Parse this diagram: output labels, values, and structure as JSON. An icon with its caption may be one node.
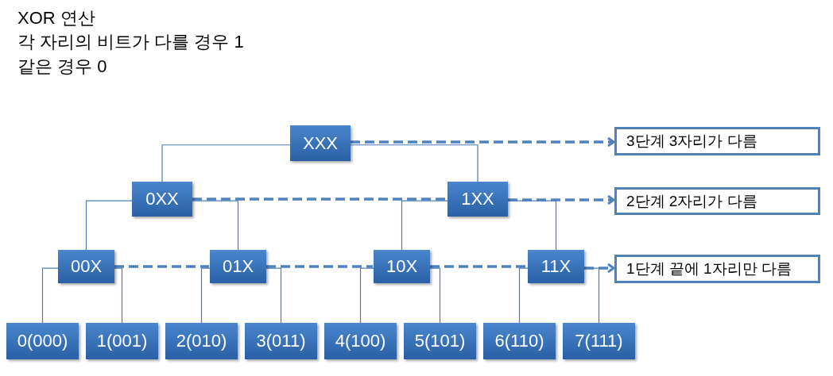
{
  "diagram": {
    "title": "XOR 연산",
    "nodes": [
      {
        "text": [
          "XXX"
        ]
      },
      {
        "text": [
          "0XX"
        ]
      },
      {
        "text": [
          "1XX"
        ]
      },
      {
        "text": [
          "00X"
        ]
      },
      {
        "text": [
          "01X"
        ]
      },
      {
        "text": [
          "10X"
        ]
      },
      {
        "text": [
          "11X"
        ]
      },
      {
        "text": [
          "0(000)"
        ]
      },
      {
        "text": [
          "1(001)"
        ]
      },
      {
        "text": [
          "2(010)"
        ]
      },
      {
        "text": [
          "3(011)"
        ]
      },
      {
        "text": [
          "4(100)"
        ]
      },
      {
        "text": [
          "5(101)"
        ]
      },
      {
        "text": [
          "6(110)"
        ]
      },
      {
        "text": [
          "7(111)"
        ]
      },
      {
        "text": [
          "3단계 3자리가 다름"
        ]
      },
      {
        "text": [
          "2단계 2자리가 다름"
        ]
      },
      {
        "text": [
          "1단계 끝에 1자리만 다름"
        ]
      }
    ],
    "edges": [
      {
        "from": 0,
        "to": 1,
        "arrow": "none"
      },
      {
        "from": 0,
        "to": 2,
        "arrow": "none"
      },
      {
        "from": 1,
        "to": 3,
        "arrow": "none"
      },
      {
        "from": 1,
        "to": 4,
        "arrow": "none"
      },
      {
        "from": 2,
        "to": 5,
        "arrow": "none"
      },
      {
        "from": 2,
        "to": 6,
        "arrow": "none"
      },
      {
        "from": 3,
        "to": 7,
        "arrow": "none"
      },
      {
        "from": 3,
        "to": 8,
        "arrow": "none"
      },
      {
        "from": 4,
        "to": 9,
        "arrow": "none"
      },
      {
        "from": 4,
        "to": 10,
        "arrow": "none"
      },
      {
        "from": 5,
        "to": 11,
        "arrow": "none"
      },
      {
        "from": 5,
        "to": 12,
        "arrow": "none"
      },
      {
        "from": 6,
        "to": 13,
        "arrow": "none"
      },
      {
        "from": 6,
        "to": 14,
        "arrow": "none"
      },
      {
        "from": 0,
        "to": 15,
        "arrow": "to",
        "style": "dashed"
      },
      {
        "from": 1,
        "to": 2,
        "arrow": "none",
        "style": "dashed"
      },
      {
        "from": 2,
        "to": 16,
        "arrow": "to",
        "style": "dashed"
      },
      {
        "from": 3,
        "to": 4,
        "arrow": "none",
        "style": "dashed"
      },
      {
        "from": 4,
        "to": 5,
        "arrow": "none",
        "style": "dashed"
      },
      {
        "from": 5,
        "to": 6,
        "arrow": "none",
        "style": "dashed"
      },
      {
        "from": 6,
        "to": 17,
        "arrow": "to",
        "style": "dashed"
      }
    ],
    "labels": [
      "각 자리의 비트가 다를 경우 1",
      "같은 경우 0"
    ]
  }
}
